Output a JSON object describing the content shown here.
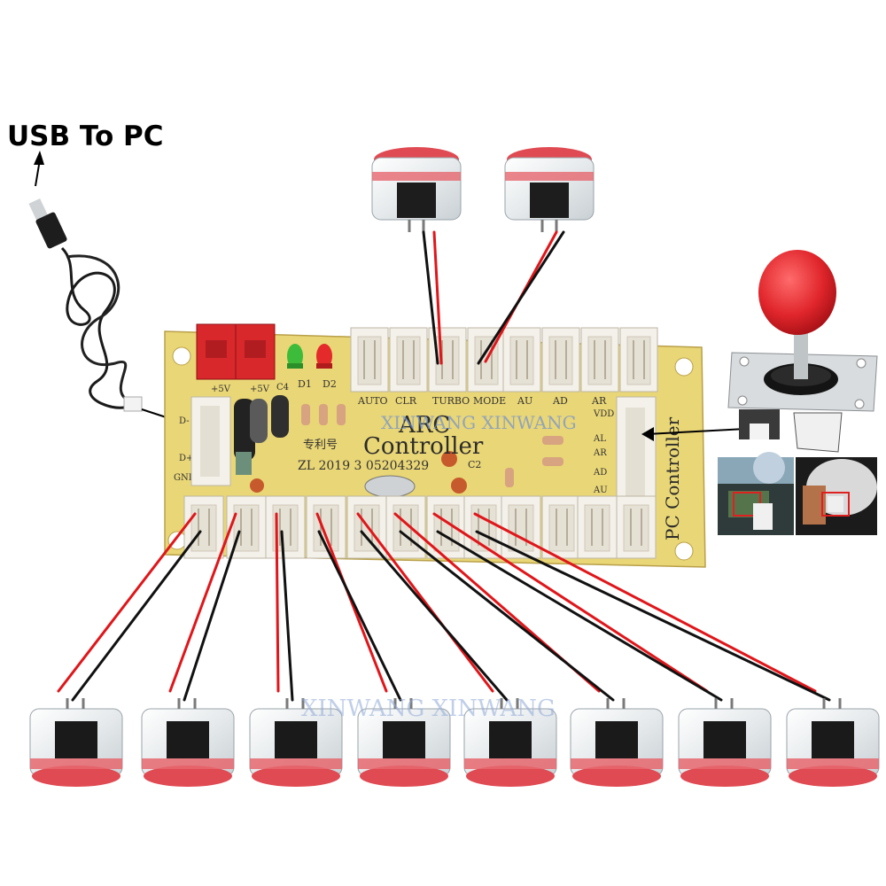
{
  "title": "USB To PC",
  "board": {
    "name_line1": "ARC",
    "name_line2": "Controller",
    "watermark": "XINWANG XINWANG",
    "patent_label": "专利号",
    "patent_number": "ZL 2019 3 05204329",
    "side_label": "PC Controller",
    "top_labels": [
      "AUTO",
      "CLR",
      "TURBO",
      "MODE",
      "AU",
      "AD",
      "AR"
    ],
    "right_labels": [
      "VDD",
      "AL",
      "AR",
      "AD",
      "AU"
    ],
    "left_labels": [
      "D-",
      "D+",
      "GND"
    ],
    "power_labels": [
      "+5V",
      "+5V"
    ],
    "component_labels": [
      "D1",
      "D2",
      "C4",
      "C2"
    ]
  },
  "watermark_bottom": "XINWANG XINWANG",
  "colors": {
    "pcb": "#e9d676",
    "connector": "#f4f1ea",
    "wire_red": "#e0161a",
    "wire_black": "#111111",
    "button_red": "#e04a52",
    "joystick_ball": "#e0262c"
  }
}
